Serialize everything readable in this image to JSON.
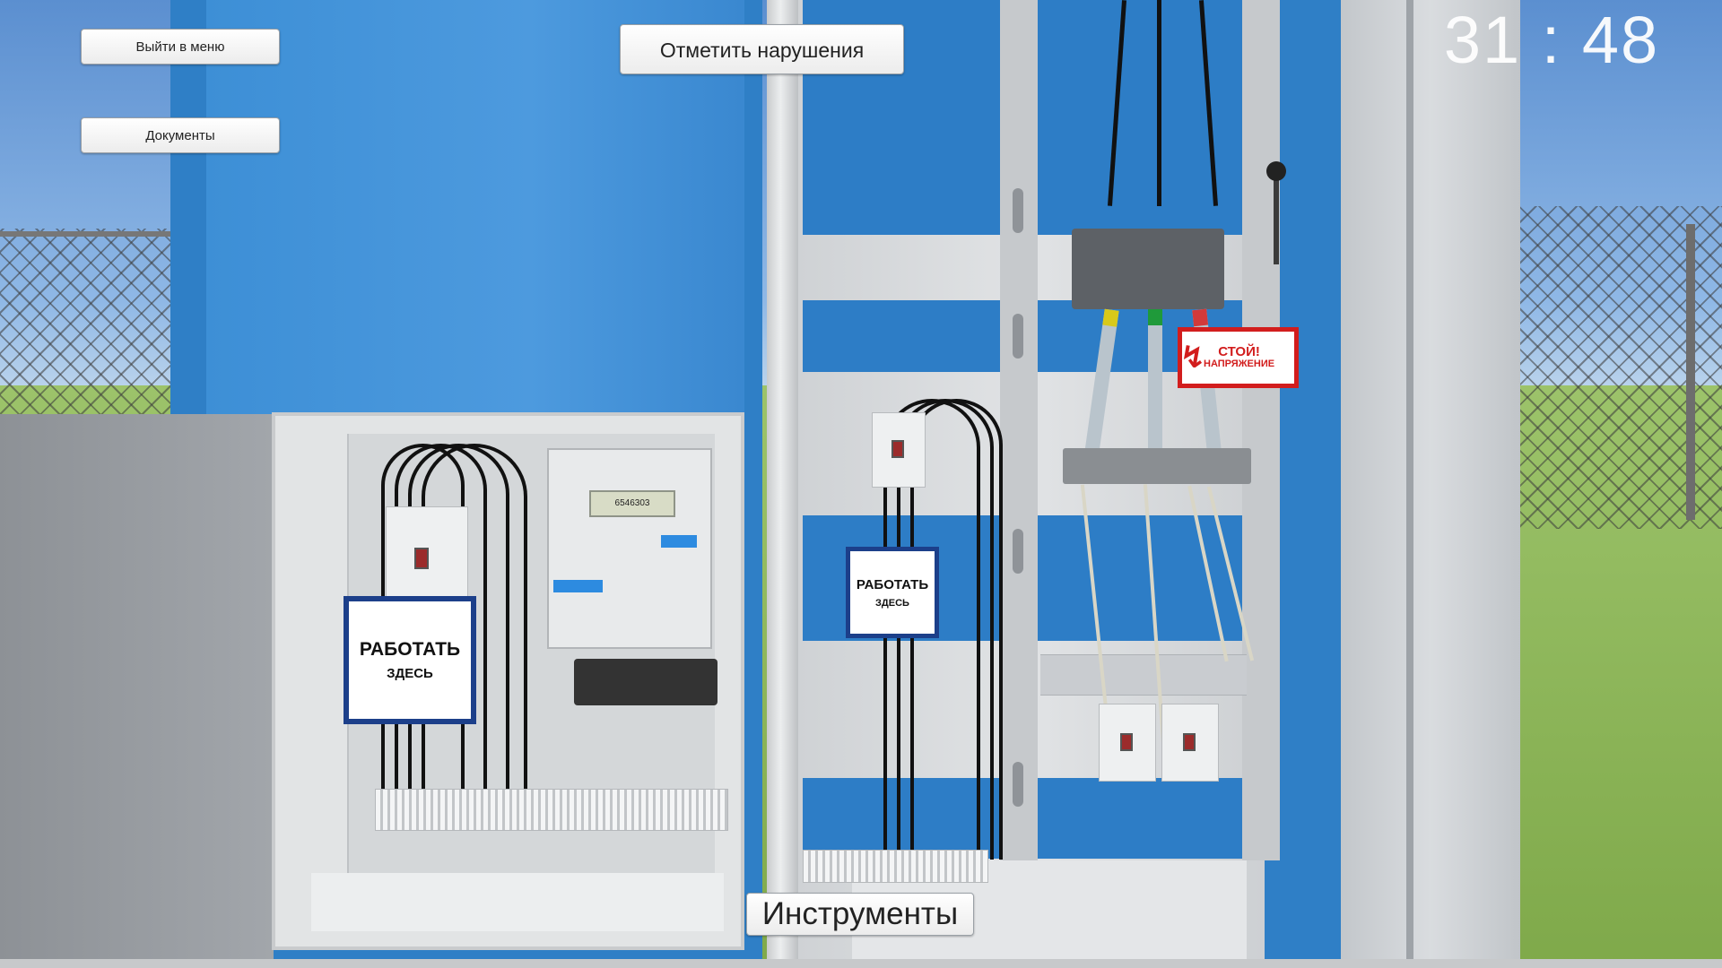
{
  "ui": {
    "exit_menu_label": "Выйти в меню",
    "documents_label": "Документы",
    "mark_violations_label": "Отметить нарушения",
    "tools_label": "Инструменты",
    "timer": "31 : 48"
  },
  "scene": {
    "meter_display": "6546303",
    "sign_work_left": {
      "line1": "РАБОТАТЬ",
      "line2": "ЗДЕСЬ"
    },
    "sign_work_right": {
      "line1": "РАБОТАТЬ",
      "line2": "ЗДЕСЬ"
    },
    "sign_stop": {
      "line1": "СТОЙ!",
      "line2": "НАПРЯЖЕНИЕ"
    }
  },
  "colors": {
    "cabinet_blue": "#2f7fc6",
    "sign_border_blue": "#1c3f8a",
    "warning_red": "#d21d1d"
  }
}
